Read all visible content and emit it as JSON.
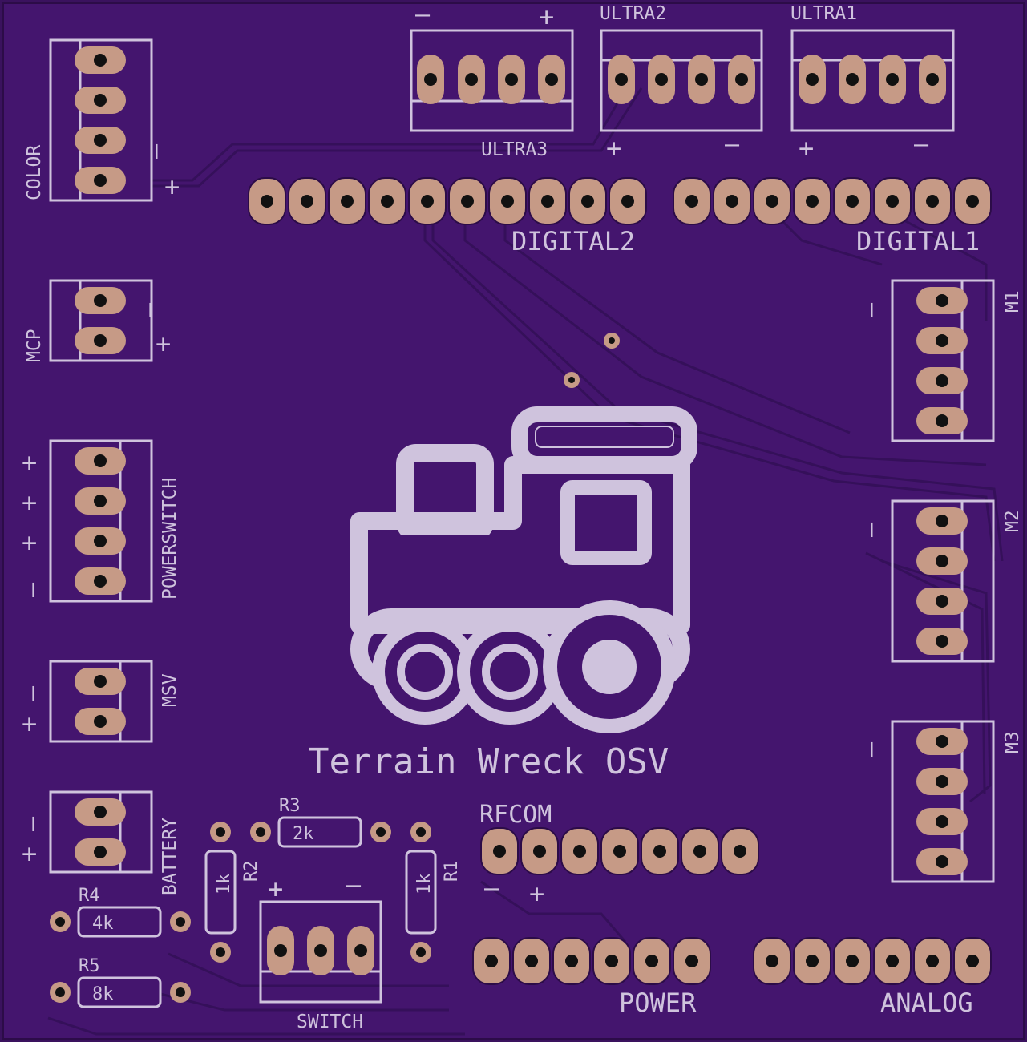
{
  "colors": {
    "board": "#44156e",
    "trace": "#35105a",
    "silk": "#cfc3dd",
    "pad": "#c69a86",
    "hole": "#111111"
  },
  "connectors": {
    "ultra3": "ULTRA3",
    "ultra2": "ULTRA2",
    "ultra1": "ULTRA1",
    "color": "COLOR",
    "mcp": "MCP",
    "powerswitch": "POWERSWITCH",
    "msv": "MSV",
    "battery": "BATTERY",
    "switch": "SWITCH",
    "m1": "M1",
    "m2": "M2",
    "m3": "M3"
  },
  "headers": {
    "digital2": "DIGITAL2",
    "digital1": "DIGITAL1",
    "rfcom": "RFCOM",
    "power": "POWER",
    "analog": "ANALOG"
  },
  "resistors": {
    "r1": {
      "ref": "R1",
      "value": "1k"
    },
    "r2": {
      "ref": "R2",
      "value": "1k"
    },
    "r3": {
      "ref": "R3",
      "value": "2k"
    },
    "r4": {
      "ref": "R4",
      "value": "4k"
    },
    "r5": {
      "ref": "R5",
      "value": "8k"
    }
  },
  "polarity": {
    "plus": "+",
    "minus": "–"
  },
  "board_title": "Terrain Wreck OSV",
  "logo": "locomotive-logo"
}
